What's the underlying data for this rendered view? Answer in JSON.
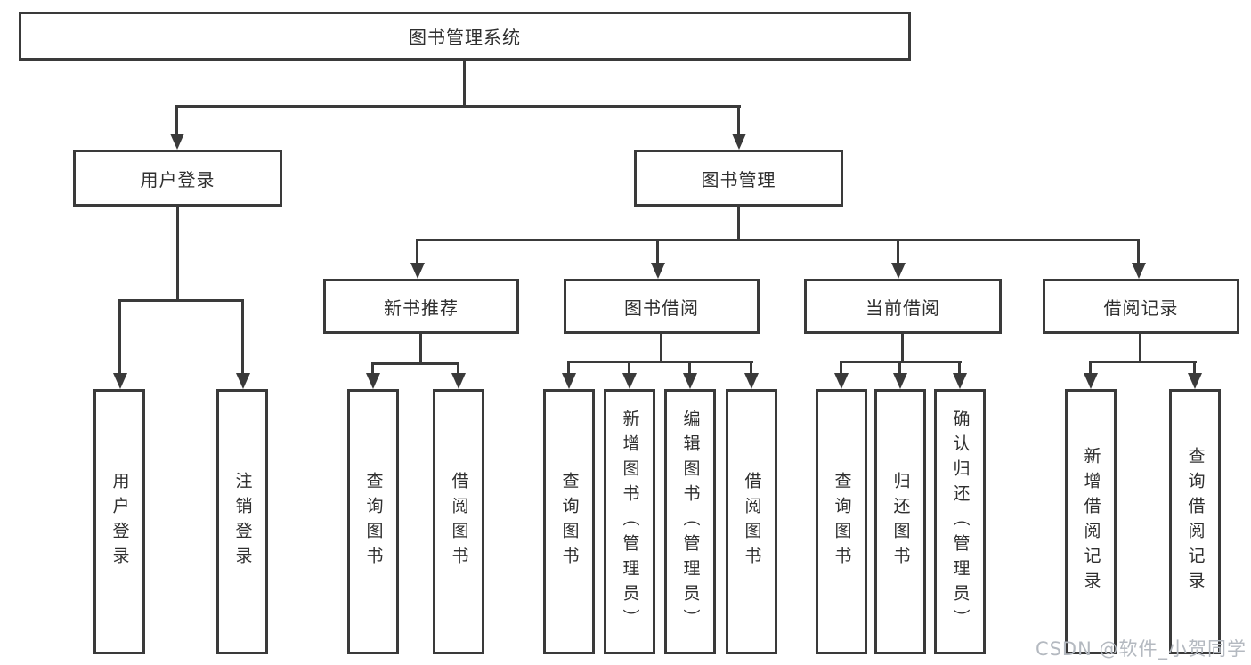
{
  "diagram": {
    "root": {
      "label": "图书管理系统"
    },
    "level2": {
      "user_login": {
        "label": "用户登录"
      },
      "book_management": {
        "label": "图书管理"
      }
    },
    "level3": {
      "new_book_recommend": {
        "label": "新书推荐"
      },
      "book_borrow": {
        "label": "图书借阅"
      },
      "current_borrow": {
        "label": "当前借阅"
      },
      "borrow_record": {
        "label": "借阅记录"
      }
    },
    "leaves": {
      "user_login": [
        "用户登录",
        "注销登录"
      ],
      "new_book_recommend": [
        "查询图书",
        "借阅图书"
      ],
      "book_borrow": [
        "查询图书",
        "新增图书（管理员）",
        "编辑图书（管理员）",
        "借阅图书"
      ],
      "current_borrow": [
        "查询图书",
        "归还图书",
        "确认归还（管理员）"
      ],
      "borrow_record": [
        "新增借阅记录",
        "查询借阅记录"
      ]
    }
  },
  "watermark": {
    "text": "CSDN @软件_小贺同学"
  },
  "colors": {
    "line": "#3a3a3a",
    "text": "#2f2f2f",
    "watermark": "#b4b9c0",
    "background": "#ffffff"
  }
}
